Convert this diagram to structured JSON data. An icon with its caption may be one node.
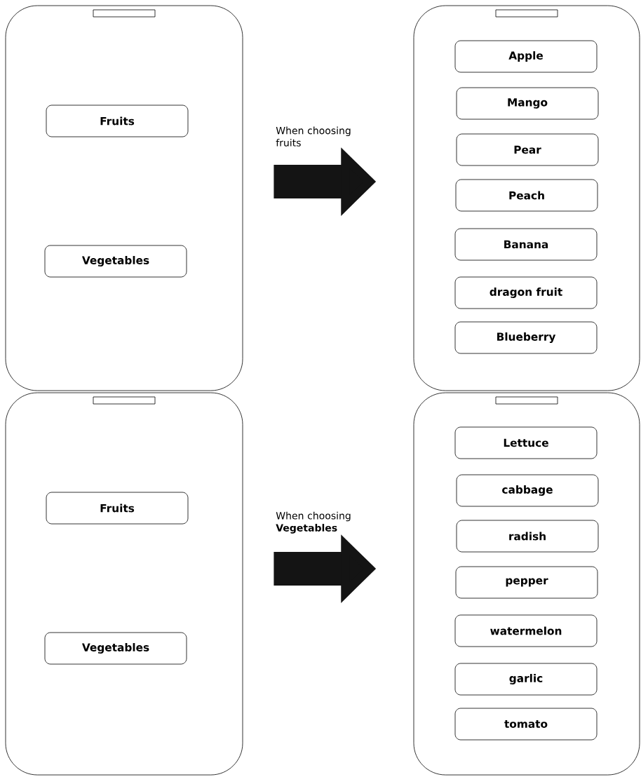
{
  "diagram": {
    "nodes": [
      {
        "text": [],
        "shape": "box"
      },
      {
        "text": [
          "Fruits"
        ],
        "in": 0
      },
      {
        "text": [
          "Vegetables"
        ],
        "in": 0
      },
      {
        "text": [],
        "shape": "box"
      },
      {
        "text": [
          "Apple"
        ],
        "in": 3
      },
      {
        "text": [
          "Mango"
        ],
        "in": 3
      },
      {
        "text": [
          "Pear"
        ],
        "in": 3
      },
      {
        "text": [
          "Peach"
        ],
        "in": 3
      },
      {
        "text": [
          "Banana"
        ],
        "in": 3
      },
      {
        "text": [
          "dragon fruit"
        ],
        "in": 3
      },
      {
        "text": [
          "Blueberry"
        ],
        "in": 3
      },
      {
        "text": [],
        "shape": "box"
      },
      {
        "text": [
          "Fruits"
        ],
        "in": 11
      },
      {
        "text": [
          "Vegetables"
        ],
        "in": 11
      },
      {
        "text": [],
        "shape": "box"
      },
      {
        "text": [
          "Lettuce"
        ],
        "in": 14
      },
      {
        "text": [
          "cabbage"
        ],
        "in": 14
      },
      {
        "text": [
          "radish"
        ],
        "in": 14
      },
      {
        "text": [
          "pepper"
        ],
        "in": 14
      },
      {
        "text": [
          "watermelon"
        ],
        "in": 14
      },
      {
        "text": [
          "garlic"
        ],
        "in": 14
      },
      {
        "text": [
          "tomato"
        ],
        "in": 14
      }
    ],
    "edges": [
      {
        "from": 0,
        "to": 3,
        "arrow": "to",
        "label": "When choosing fruits"
      },
      {
        "from": 11,
        "to": 14,
        "arrow": "to",
        "label": "When choosing **Vegetables**"
      }
    ]
  }
}
